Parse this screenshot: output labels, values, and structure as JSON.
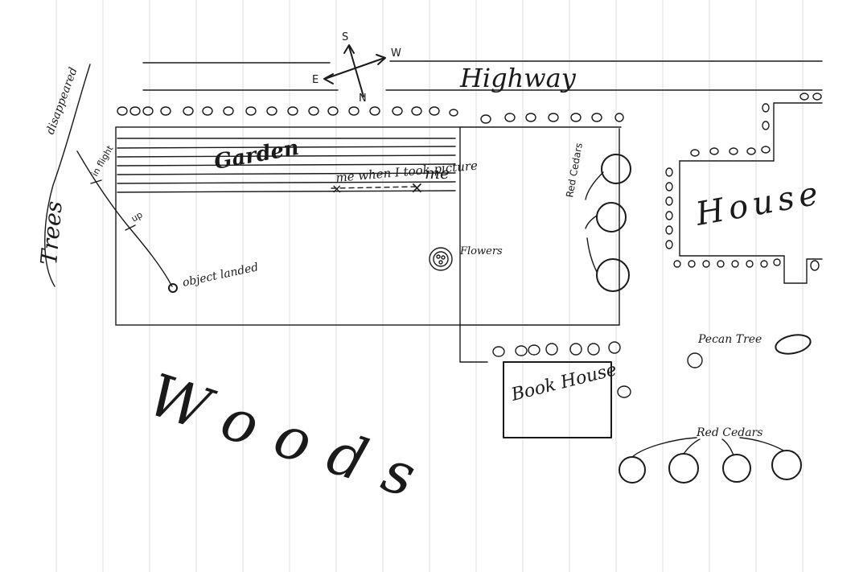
{
  "labels": {
    "highway": "Highway",
    "compass_s": "S",
    "compass_w": "W",
    "compass_e": "E",
    "compass_n": "N",
    "garden": "Garden",
    "me_when_took_picture": "me when I took picture",
    "me": "me",
    "trees": "Trees",
    "disappeared": "disappeared",
    "object_landed": "object landed",
    "up": "up",
    "in_flight": "in flight",
    "flowers": "Flowers",
    "red_cedars_right": "Red Cedars",
    "house": "House",
    "pecan_tree": "Pecan Tree",
    "book_house": "Book House",
    "woods": "Woods",
    "red_cedars_bottom": "Red Cedars"
  },
  "colors": {
    "ink": "#1a1a1a",
    "paper": "#ffffff",
    "rule": "#dcdcdc"
  }
}
